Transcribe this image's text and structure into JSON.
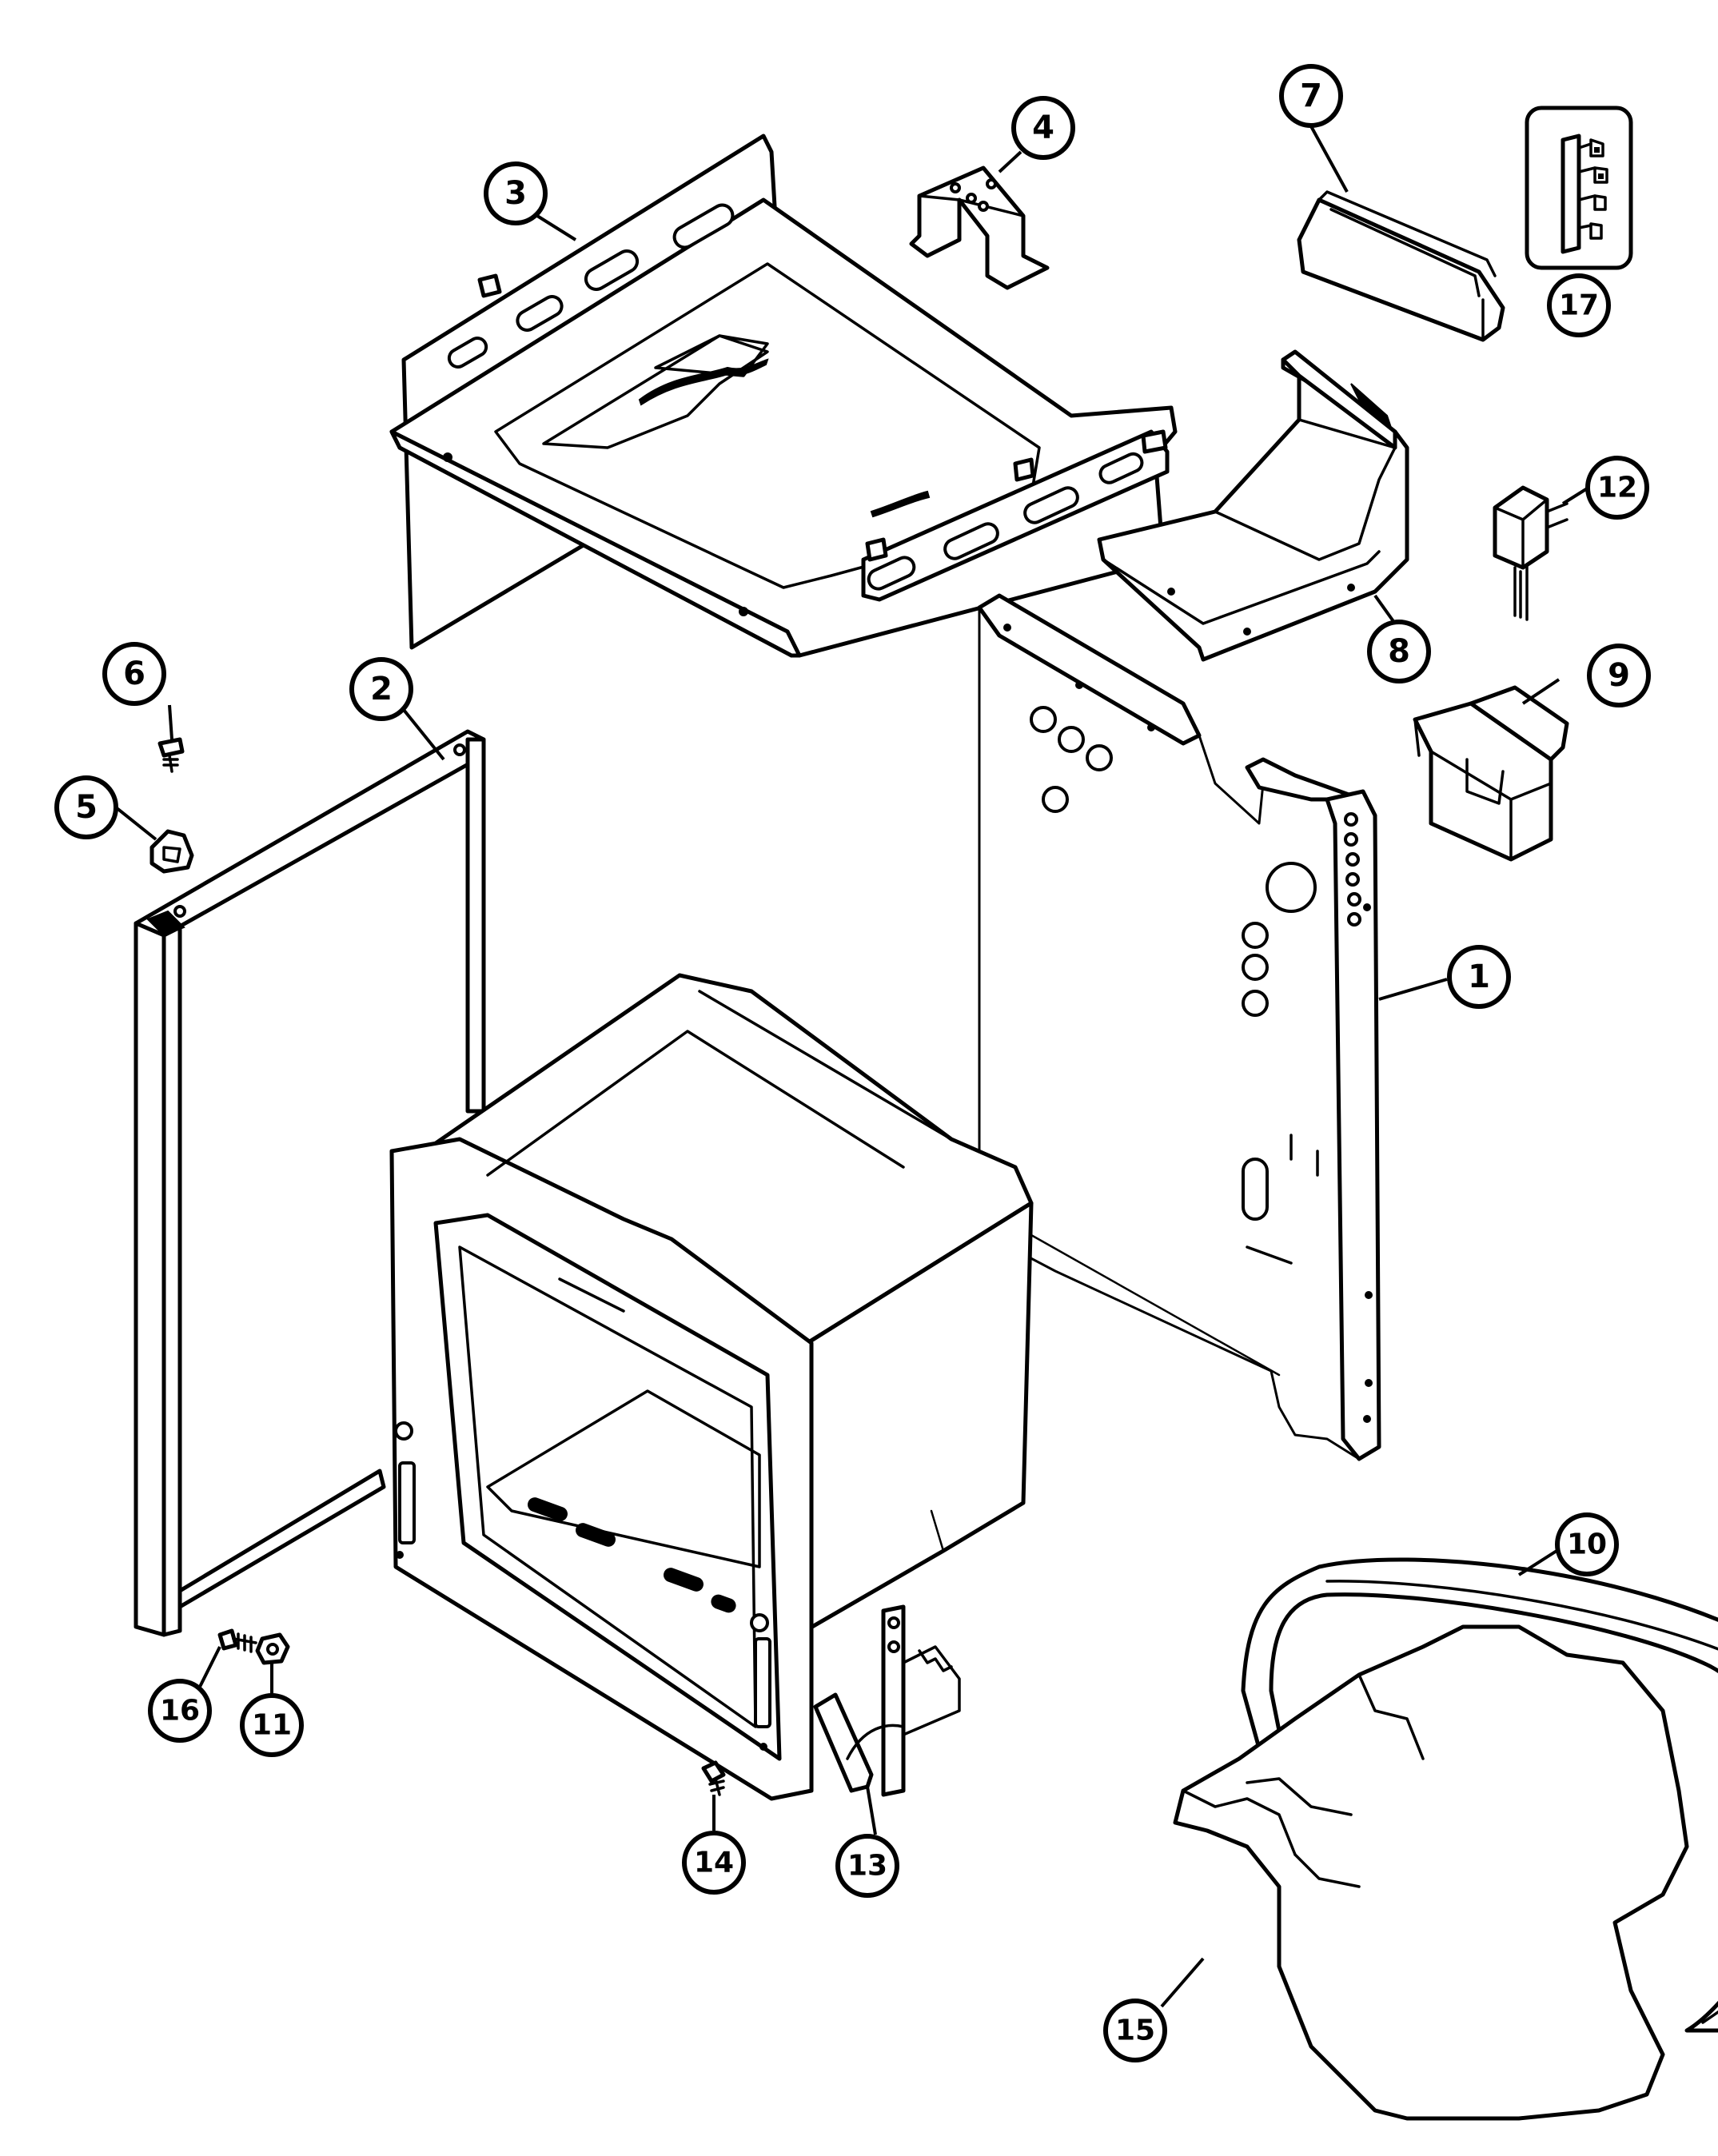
{
  "diagram": {
    "type": "exploded-parts-diagram",
    "line_color": "#000000",
    "background": "#ffffff",
    "callouts": [
      {
        "id": "1",
        "label": "1",
        "part": "side-panel"
      },
      {
        "id": "2",
        "label": "2",
        "part": "door-frame"
      },
      {
        "id": "3",
        "label": "3",
        "part": "top-panel"
      },
      {
        "id": "4",
        "label": "4",
        "part": "bracket"
      },
      {
        "id": "5",
        "label": "5",
        "part": "clip"
      },
      {
        "id": "6",
        "label": "6",
        "part": "screw"
      },
      {
        "id": "7",
        "label": "7",
        "part": "vent-trim"
      },
      {
        "id": "8",
        "label": "8",
        "part": "vent-duct"
      },
      {
        "id": "9",
        "label": "9",
        "part": "junction-box"
      },
      {
        "id": "10",
        "label": "10",
        "part": "insulation-ring"
      },
      {
        "id": "11",
        "label": "11",
        "part": "nut"
      },
      {
        "id": "12",
        "label": "12",
        "part": "plug"
      },
      {
        "id": "13",
        "label": "13",
        "part": "hinge"
      },
      {
        "id": "14",
        "label": "14",
        "part": "screw"
      },
      {
        "id": "15",
        "label": "15",
        "part": "insulation-blanket"
      },
      {
        "id": "16",
        "label": "16",
        "part": "screw"
      },
      {
        "id": "17",
        "label": "17",
        "part": "terminal-block"
      }
    ]
  }
}
